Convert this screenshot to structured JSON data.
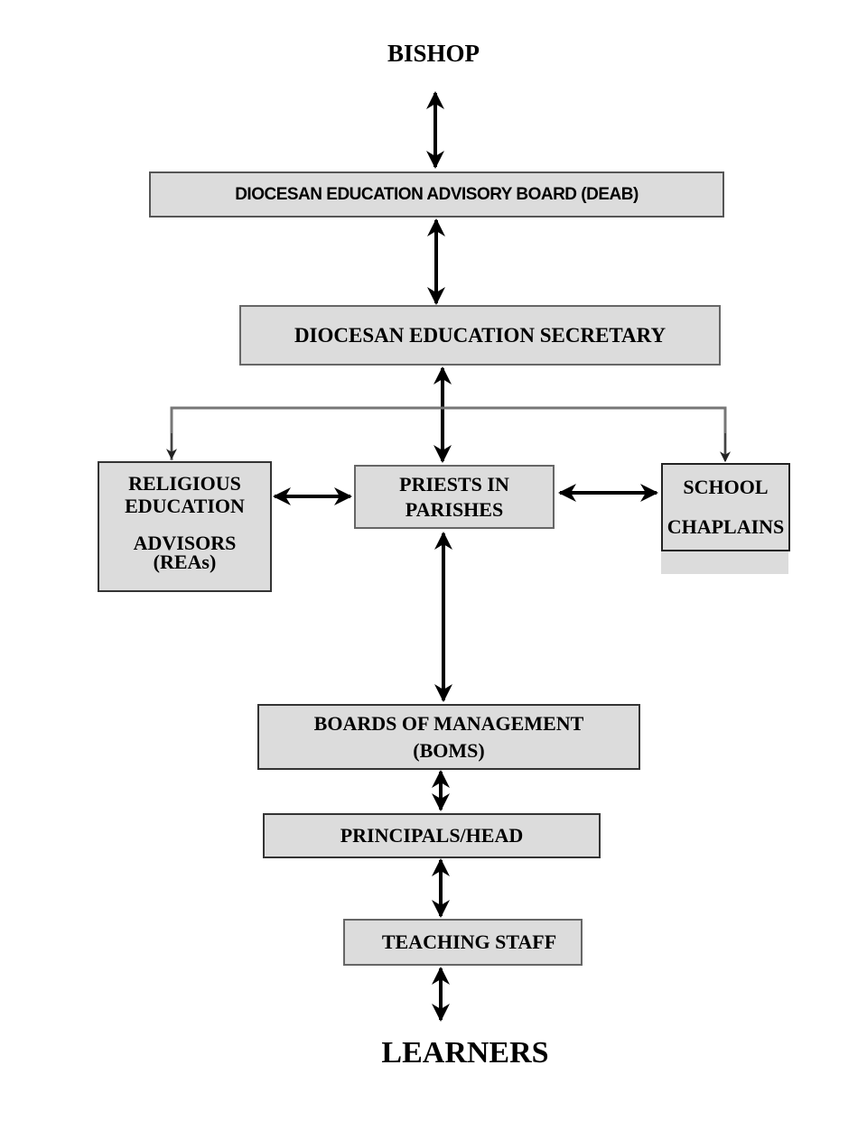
{
  "diagram": {
    "top_label": "BISHOP",
    "bottom_label": "LEARNERS",
    "nodes": {
      "deab": "DIOCESAN EDUCATION ADVISORY BOARD (DEAB)",
      "secretary": "DIOCESAN EDUCATION SECRETARY",
      "reas": {
        "line1": "RELIGIOUS",
        "line2": "EDUCATION",
        "line3": "ADVISORS",
        "line4": "(REAs)"
      },
      "priests": {
        "line1": "PRIESTS IN",
        "line2": "PARISHES"
      },
      "chaplains": {
        "line1": "SCHOOL",
        "line2": "CHAPLAINS"
      },
      "boms": {
        "line1": "BOARDS OF MANAGEMENT",
        "line2": "(BOMS)"
      },
      "principals": "PRINCIPALS/HEAD",
      "teaching_staff": "TEACHING STAFF"
    },
    "connections": [
      {
        "from": "BISHOP",
        "to": "DEAB",
        "type": "bidirectional"
      },
      {
        "from": "DEAB",
        "to": "DIOCESAN EDUCATION SECRETARY",
        "type": "bidirectional"
      },
      {
        "from": "DIOCESAN EDUCATION SECRETARY",
        "to": "PRIESTS IN PARISHES",
        "type": "bidirectional"
      },
      {
        "from": "DIOCESAN EDUCATION SECRETARY",
        "to": "RELIGIOUS EDUCATION ADVISORS",
        "type": "directed"
      },
      {
        "from": "DIOCESAN EDUCATION SECRETARY",
        "to": "SCHOOL CHAPLAINS",
        "type": "directed"
      },
      {
        "from": "RELIGIOUS EDUCATION ADVISORS",
        "to": "PRIESTS IN PARISHES",
        "type": "bidirectional"
      },
      {
        "from": "PRIESTS IN PARISHES",
        "to": "SCHOOL CHAPLAINS",
        "type": "bidirectional"
      },
      {
        "from": "PRIESTS IN PARISHES",
        "to": "BOARDS OF MANAGEMENT",
        "type": "bidirectional"
      },
      {
        "from": "BOARDS OF MANAGEMENT",
        "to": "PRINCIPALS/HEAD",
        "type": "bidirectional"
      },
      {
        "from": "PRINCIPALS/HEAD",
        "to": "TEACHING STAFF",
        "type": "bidirectional"
      },
      {
        "from": "TEACHING STAFF",
        "to": "LEARNERS",
        "type": "bidirectional"
      }
    ]
  }
}
